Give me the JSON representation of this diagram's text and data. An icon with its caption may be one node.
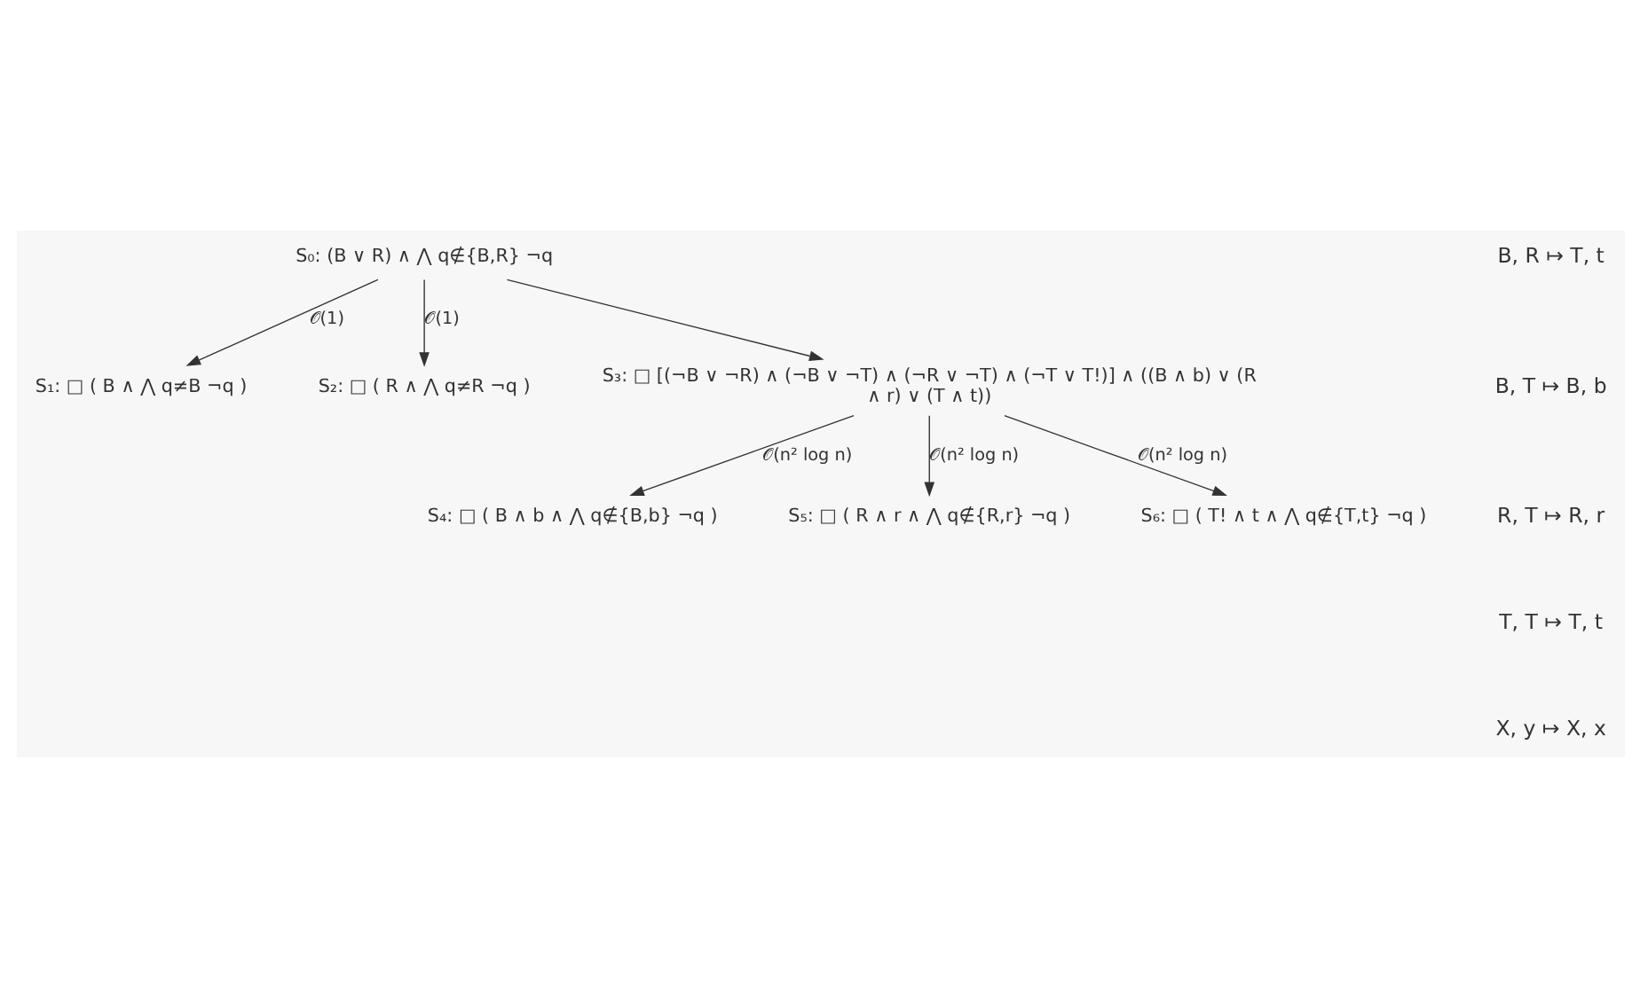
{
  "diagram": {
    "nodes": [
      {
        "text": [
          "S₀: (B ∨ R) ∧ ⋀ q∉{B,R} ¬q"
        ]
      },
      {
        "text": [
          "S₁: □ ( B ∧ ⋀ q≠B ¬q )"
        ]
      },
      {
        "text": [
          "S₂: □ ( R ∧ ⋀ q≠R ¬q )"
        ]
      },
      {
        "text": [
          "S₃: □ [(¬B ∨ ¬R) ∧ (¬B ∨ ¬T) ∧ (¬R ∨ ¬T) ∧ (¬T ∨ T!)] ∧ ((B ∧ b) ∨ (R ∧ r) ∨ (T ∧ t))"
        ]
      },
      {
        "text": [
          "S₄: □ ( B ∧ b ∧ ⋀ q∉{B,b} ¬q )"
        ]
      },
      {
        "text": [
          "S₅: □ ( R ∧ r ∧ ⋀ q∉{R,r} ¬q )"
        ]
      },
      {
        "text": [
          "S₆: □ ( T! ∧ t ∧ ⋀ q∉{T,t} ¬q )"
        ]
      }
    ],
    "edges": [
      {
        "from": 0,
        "to": 1,
        "arrow": "to",
        "label": "𝒪(1)"
      },
      {
        "from": 0,
        "to": 2,
        "arrow": "to",
        "label": "𝒪(1)"
      },
      {
        "from": 0,
        "to": 3,
        "arrow": "to"
      },
      {
        "from": 3,
        "to": 4,
        "arrow": "to",
        "label": "𝒪(n² log n)"
      },
      {
        "from": 3,
        "to": 5,
        "arrow": "to",
        "label": "𝒪(n² log n)"
      },
      {
        "from": 3,
        "to": 6,
        "arrow": "to",
        "label": "𝒪(n² log n)"
      }
    ],
    "labels": [
      "B, R ↦ T, t",
      "B, T ↦ B, b",
      "R, T ↦ R, r",
      "T, T ↦ T, t",
      "X, y ↦ X, x"
    ]
  }
}
